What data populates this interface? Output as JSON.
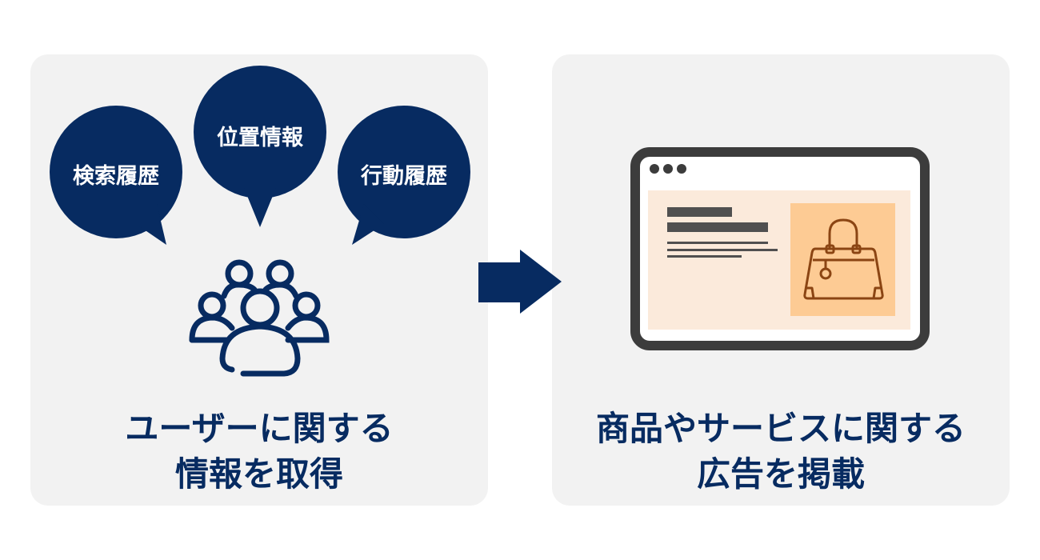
{
  "colors": {
    "navy": "#072b61",
    "panel": "#f2f2f2",
    "frame": "#3c3c3c",
    "ad_bg": "#fbeadb",
    "ad_image": "#fdcb94",
    "bag": "#8b4513"
  },
  "left": {
    "bubbles": [
      "検索履歴",
      "位置情報",
      "行動履歴"
    ],
    "icon": "people-group-icon",
    "caption_lines": [
      "ユーザーに関する",
      "情報を取得"
    ]
  },
  "arrow": "arrow-right-icon",
  "right": {
    "icon": "browser-ad-with-handbag-icon",
    "caption_lines": [
      "商品やサービスに関する",
      "広告を掲載"
    ]
  }
}
